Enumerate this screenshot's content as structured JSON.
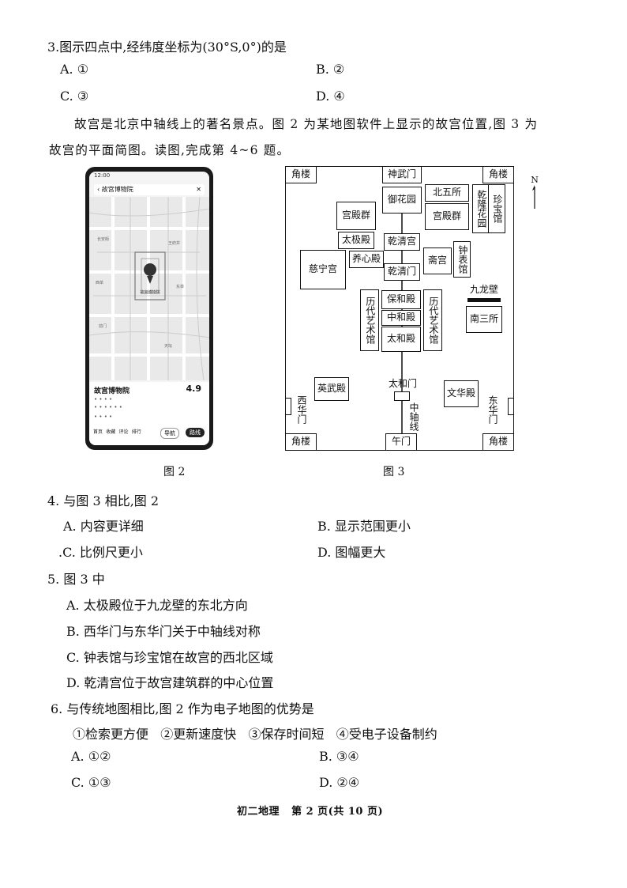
{
  "q3": {
    "stem": "3.图示四点中,经纬度坐标为(30°S,0°)的是",
    "A": "A. ①",
    "B": "B. ②",
    "C": "C. ③",
    "D": "D. ④"
  },
  "intro": {
    "line1": "故宫是北京中轴线上的著名景点。图 2 为某地图软件上显示的故宫位置,图 3 为",
    "line2": "故宫的平面简图。读图,完成第 4~6 题。"
  },
  "figure2": {
    "caption": "图 2",
    "search_text": "故宫博物院",
    "card_name": "故宫博物院",
    "card_rating": "4.9",
    "nav_label": "导航",
    "go_label": "路线",
    "tabs": [
      "首页",
      "收藏",
      "评论",
      "排行"
    ]
  },
  "figure3": {
    "caption": "图 3",
    "north": "N",
    "buildings": {
      "corner_tl": "角楼",
      "corner_tr": "角楼",
      "corner_bl": "角楼",
      "corner_br": "角楼",
      "shenwumen": "神武门",
      "wumen": "午门",
      "yuhuayuan": "御花园",
      "beiwusuo": "北五所",
      "qianlong": "乾隆花园",
      "zhenbao": "珍宝馆",
      "gongdian_left": "宫殿群",
      "gongdian_right": "宫殿群",
      "taiji": "太极殿",
      "qianqing_gong": "乾清宫",
      "yangxin": "养心殿",
      "zhaigong": "斋宫",
      "zhongbiao": "钟表馆",
      "cining": "慈宁宫",
      "qianqing_men": "乾清门",
      "jiulongbi": "九龙壁",
      "nansansuo": "南三所",
      "lidai_left": "历代艺术馆",
      "lidai_right": "历代艺术馆",
      "baohe": "保和殿",
      "zhonghe": "中和殿",
      "taihe": "太和殿",
      "taihemen": "太和门",
      "wuying": "英武殿",
      "wenhua": "文华殿",
      "xihuamen": "西华门",
      "donghuamen": "东华门",
      "axis": "中轴线"
    }
  },
  "q4": {
    "stem": "4. 与图 3 相比,图 2",
    "A": "A. 内容更详细",
    "B": "B. 显示范围更小",
    "C": ".C. 比例尺更小",
    "D": "D. 图幅更大"
  },
  "q5": {
    "stem": "5. 图 3 中",
    "A": "A. 太极殿位于九龙壁的东北方向",
    "B": "B. 西华门与东华门关于中轴线对称",
    "C": "C. 钟表馆与珍宝馆在故宫的西北区域",
    "D": "D. 乾清宫位于故宫建筑群的中心位置"
  },
  "q6": {
    "stem": "6. 与传统地图相比,图 2 作为电子地图的优势是",
    "options": "①检索更方便   ②更新速度快   ③保存时间短   ④受电子设备制约",
    "A": "A. ①②",
    "B": "B. ③④",
    "C": "C. ①③",
    "D": "D. ②④"
  },
  "footer": "初二地理   第 2 页(共 10 页)"
}
